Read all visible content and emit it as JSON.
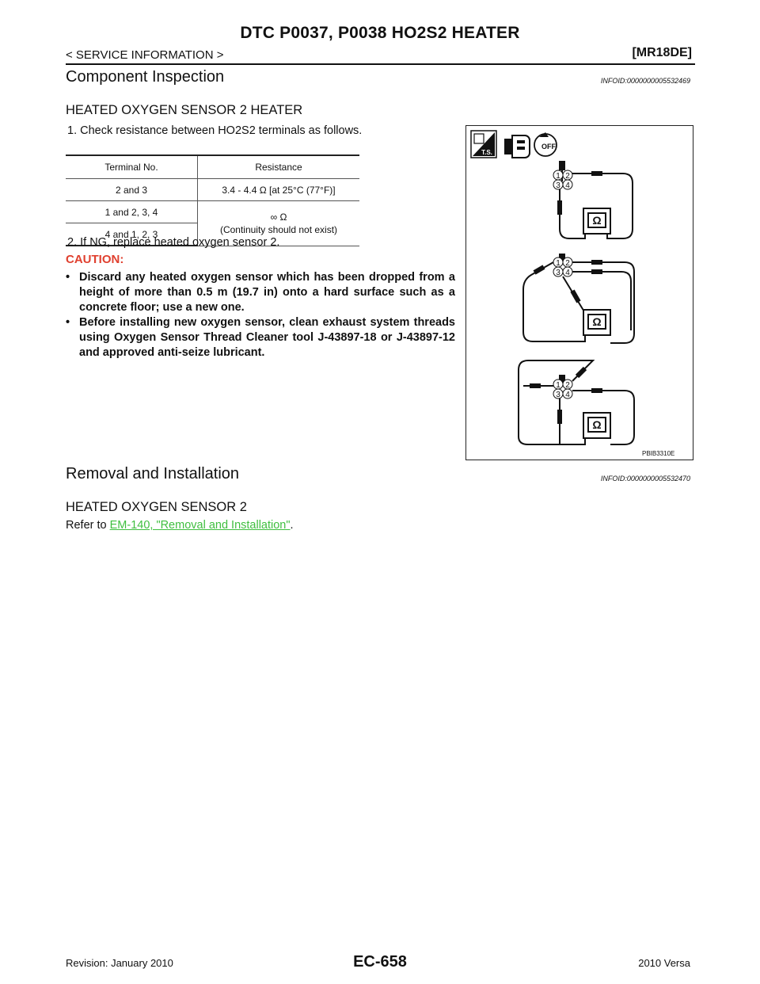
{
  "header": {
    "title": "DTC P0037, P0038 HO2S2 HEATER",
    "breadcrumb": "< SERVICE INFORMATION >",
    "model_code": "[MR18DE]"
  },
  "component_inspection": {
    "heading": "Component Inspection",
    "infoid": "INFOID:0000000005532469",
    "subheading": "HEATED OXYGEN SENSOR 2 HEATER",
    "step1": "1.   Check resistance between HO2S2 terminals as follows.",
    "table": {
      "headers": [
        "Terminal No.",
        "Resistance"
      ],
      "rows": [
        [
          "2 and 3",
          "3.4 - 4.4 Ω [at 25°C (77°F)]"
        ],
        [
          "1 and 2, 3, 4",
          ""
        ],
        [
          "4 and 1, 2, 3",
          ""
        ]
      ],
      "merged_value_line1": "∞ Ω",
      "merged_value_line2": "(Continuity should not exist)"
    },
    "step2": "2.   If NG, replace heated oxygen sensor 2.",
    "caution_label": "CAUTION:",
    "cautions": [
      "Discard any heated oxygen sensor which has been dropped from a height of more than 0.5 m (19.7 in) onto a hard surface such as a concrete floor; use a new one.",
      "Before installing new oxygen sensor, clean exhaust system threads using Oxygen Sensor Thread Cleaner tool J-43897-18 or J-43897-12 and approved anti-seize lubricant."
    ],
    "bullet_char": "•"
  },
  "figure": {
    "code": "PBIB3310E",
    "ts_label": "T.S.",
    "off_label": "OFF",
    "ohm_symbol": "Ω",
    "pin_1": "1",
    "pin_2": "2",
    "pin_3": "3",
    "pin_4": "4"
  },
  "removal": {
    "heading": "Removal and Installation",
    "infoid": "INFOID:0000000005532470",
    "subheading": "HEATED OXYGEN SENSOR 2",
    "refer_prefix": "Refer to ",
    "link_text": "EM-140, \"Removal and Installation\"",
    "refer_suffix": "."
  },
  "footer": {
    "revision": "Revision: January 2010",
    "page": "EC-658",
    "model": "2010 Versa"
  }
}
